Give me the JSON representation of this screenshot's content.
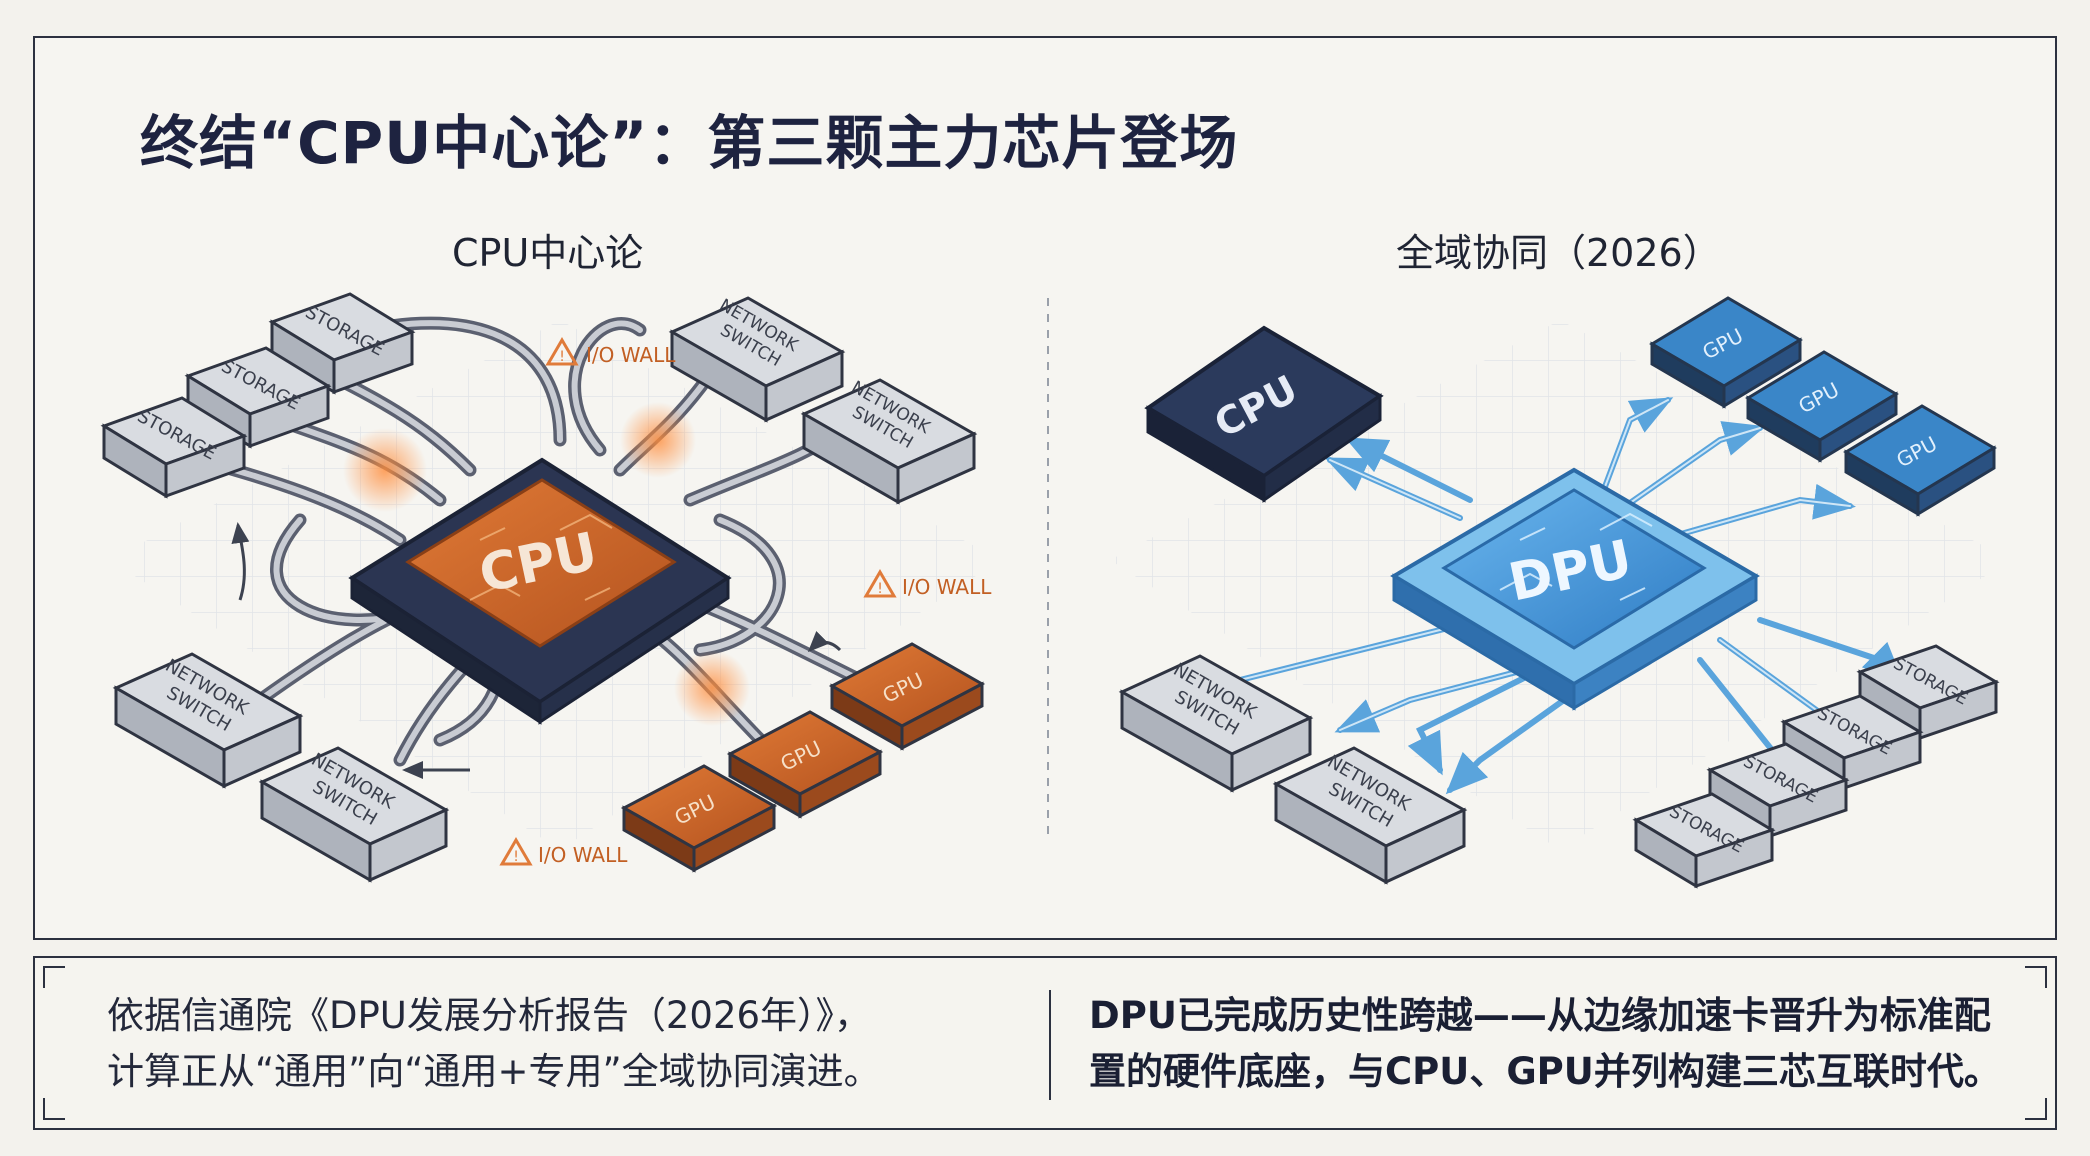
{
  "title": "终结“CPU中心论”：第三颗主力芯片登场",
  "left": {
    "subtitle": "CPU中心论",
    "center_chip": "CPU",
    "storage_label": "STORAGE",
    "network_label_line1": "NETWORK",
    "network_label_line2": "SWITCH",
    "gpu_label": "GPU",
    "warning_label": "I/O WALL"
  },
  "right": {
    "subtitle": "全域协同（2026）",
    "center_chip": "DPU",
    "cpu_chip": "CPU",
    "gpu_label": "GPU",
    "storage_label": "STORAGE",
    "network_label_line1": "NETWORK",
    "network_label_line2": "SWITCH"
  },
  "footer": {
    "left_line1": "依据信通院《DPU发展分析报告（2026年）》，",
    "left_line2": "计算正从“通用”向“通用+专用”全域协同演进。",
    "right_line1": "DPU已完成历史性跨越——从边缘加速卡晋升为标准配",
    "right_line2": "置的硬件底座，与CPU、GPU并列构建三芯互联时代。"
  },
  "colors": {
    "cpu_orange": "#c8642a",
    "dpu_blue": "#3f8fd6",
    "dark_navy": "#2b3552",
    "warning_orange": "#e07b3a",
    "arrow_blue": "#6fb2e2"
  }
}
